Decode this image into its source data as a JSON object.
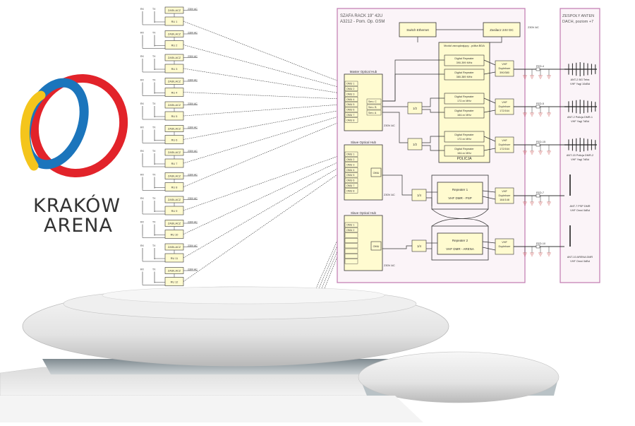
{
  "logo": {
    "line1": "KRAKÓW",
    "line2": "ARENA",
    "colors": [
      "#e2232a",
      "#1b75bc",
      "#f4c51c"
    ]
  },
  "remotes": {
    "zasilacz": "ZASILACZ",
    "power": "230V AC",
    "rx": "RX",
    "tx": "TX",
    "units": [
      "RU 1",
      "RU 2",
      "RU 3",
      "RU 4",
      "RU 5",
      "RU 6",
      "RU 7",
      "RU 8",
      "RU 9",
      "RU 10",
      "RU 11",
      "RU 12"
    ]
  },
  "rack": {
    "title": "SZAFA RACK 19\" 42U",
    "subtitle": "A3212 - Pom. Op. GSM",
    "switch": "Switch Ethernet",
    "psu": "Zasilacz 24V DC",
    "psu_power": "230V AC",
    "bda_title": "Moduł zarządzający - półka BDA",
    "master_hub": {
      "title": "Master Optical Hub",
      "omu": [
        "OMU 1",
        "OMU 2",
        "OMU 3",
        "OMU 4",
        "OMU 5",
        "OMU 6",
        "OMU 7",
        "OMU 8"
      ],
      "serv": [
        "Serv. C",
        "Serv. B",
        "Serv. A"
      ],
      "power": "230V AC"
    },
    "slave1": {
      "title": "Slave Optical Hub",
      "omu": [
        "OMU 1",
        "OMU 2",
        "OMU 3",
        "OMU 4",
        "OMU 5",
        "OMU 6",
        "OMU 7",
        "OMU 8"
      ],
      "omu_main": "OMU",
      "power": "230V AC"
    },
    "slave2": {
      "title": "Slave Optical Hub",
      "omu": [
        "OMU 1",
        "OMU 2"
      ],
      "omu_main": "OMU",
      "power": "230V AC"
    },
    "repeaters": [
      {
        "name": "Digital Repeater",
        "freq": "390-399 MHz"
      },
      {
        "name": "Digital Repeater",
        "freq": "380-389 MHz"
      },
      {
        "name": "Digital Repeater",
        "freq": "172.xx MHz"
      },
      {
        "name": "Digital Repeater",
        "freq": "164.xx MHz"
      },
      {
        "name": "Digital Repeater",
        "freq": "172.xx MHz"
      },
      {
        "name": "Digital Repeater",
        "freq": "164.xx MHz"
      }
    ],
    "duplexers": [
      {
        "l1": "VHF",
        "l2": "Duplekser",
        "l3": "390/380"
      },
      {
        "l1": "VHF",
        "l2": "Duplekser",
        "l3": "172/164"
      },
      {
        "l1": "VHF",
        "l2": "Duplekser",
        "l3": "172/164"
      },
      {
        "l1": "VHF",
        "l2": "Duplekser",
        "l3": "164/148"
      },
      {
        "l1": "VHF",
        "l2": "Duplekser",
        "l3": ""
      }
    ],
    "policja": "POLICJA",
    "splitters": [
      "1/2",
      "1/2",
      "1/4",
      "1/4"
    ],
    "rep1": {
      "title": "Repeater 1",
      "desc": "VHF DMR - PSP"
    },
    "rep2": {
      "title": "Repeater 2",
      "desc": "VHF DMR - ARENA"
    },
    "feeds": [
      "FED-4",
      "FED-5",
      "FED-15",
      "FED-7",
      "FED-10"
    ]
  },
  "antennas": {
    "title1": "ZESPOŁY ANTEN",
    "title2": "DACH, poziom +7",
    "items": [
      {
        "l1": "ANT-2 BG Tetra",
        "l2": "VHF Yagi 10dBd"
      },
      {
        "l1": "ANT-2 Policja DMR-1",
        "l2": "VHF Yagi 7dBd"
      },
      {
        "l1": "ANT-15 Policja DMR-2",
        "l2": "VHF Yagi 7dBd"
      },
      {
        "l1": "ANT-7 PSP DMR",
        "l2": "VHF Omni 0dBd"
      },
      {
        "l1": "ANT-10 ARENA DMR",
        "l2": "VHF Omni 0dBd"
      }
    ]
  },
  "colors": {
    "rack_border": "#c07ab0",
    "rack_fill": "#fbf4f8",
    "box_fill": "#fffbd0",
    "box_border": "#333333"
  }
}
